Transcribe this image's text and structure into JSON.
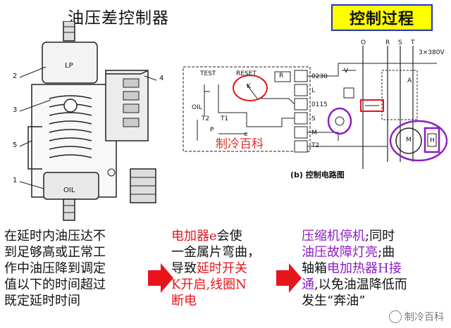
{
  "left_title": "油压差控制器",
  "right_badge": "控制过程",
  "device_labels": {
    "lp": "LP",
    "oil": "OIL",
    "callouts": [
      "2",
      "3",
      "5",
      "1",
      "4"
    ]
  },
  "circuit": {
    "test": "TEST",
    "reset": "RESET",
    "k": "K",
    "r": "R",
    "oil": "OIL",
    "t2": "T2",
    "t1": "T1",
    "p": "P",
    "e": "e",
    "terminals": [
      "0230",
      "L",
      "0115",
      "S",
      "M",
      "T2"
    ],
    "supply": [
      "O",
      "R",
      "S",
      "T"
    ],
    "voltage": "3×380V",
    "contactor_a": "A",
    "relay_v": "V",
    "motor": "M",
    "heater": "H",
    "watermark": "制冷百科",
    "caption": "(b) 控制电路图"
  },
  "col1": {
    "lines": [
      "在延时内油压达不",
      "到足够高或正常工",
      "作中油压降到调定",
      "值以下的时间超过",
      "既定延时时间"
    ]
  },
  "col2": {
    "l1a": "电加器e",
    "l1b": "会使",
    "l2": "一金属片弯曲，",
    "l3a": "导致",
    "l3b": "延时开关",
    "l4": "K开启,线圈N",
    "l5": "断电"
  },
  "col3": {
    "l1a": "压缩机停机",
    "l1b": ";同时",
    "l2a": "油压故障灯亮",
    "l2b": ";曲",
    "l3a": "轴箱",
    "l3b": "电加热器H接",
    "l4a": "通",
    "l4b": ",以免油温降低而",
    "l5": "发生“奔油”"
  },
  "bottom_watermark": "制冷百科",
  "colors": {
    "red": "#e8141c",
    "purple": "#8e1cc4",
    "yellow": "#ffff00",
    "arrow": "#e8141c"
  }
}
